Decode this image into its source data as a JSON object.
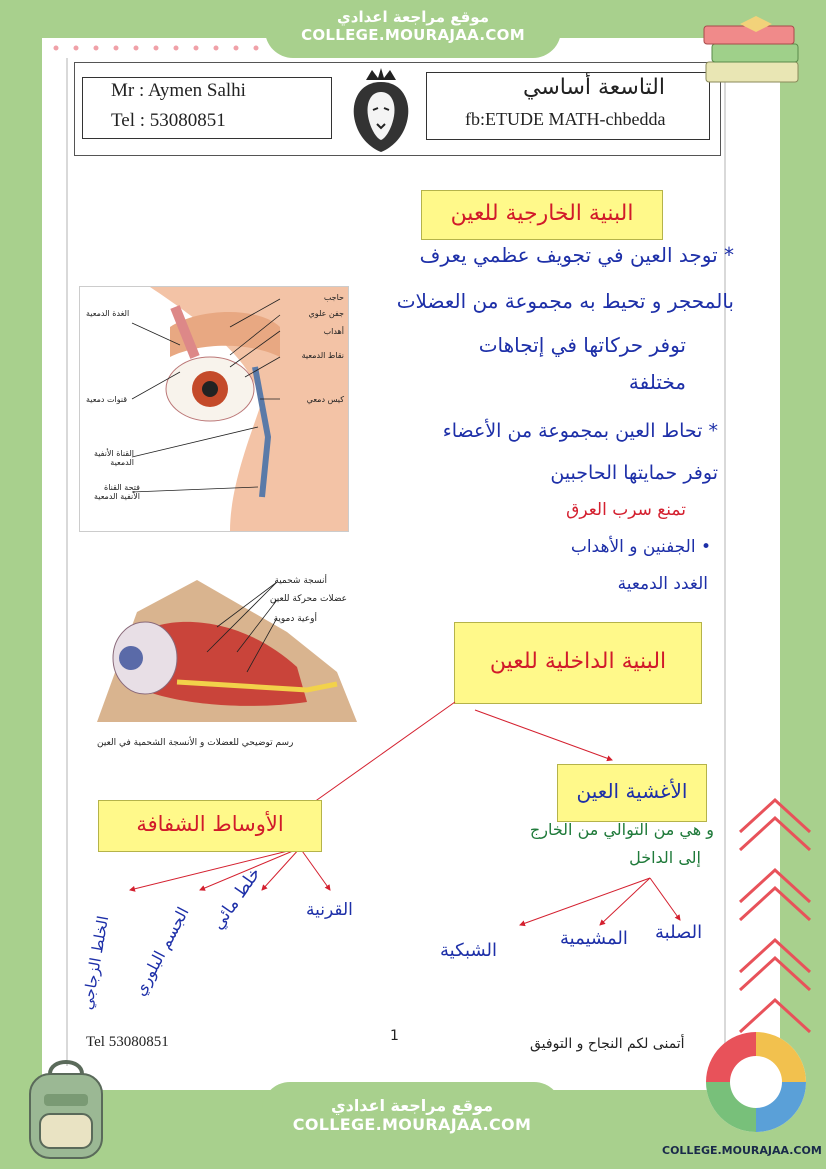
{
  "site": {
    "top_line1": "موقع مراجعة اعدادي",
    "top_line2": "COLLEGE.MOURAJAA.COM",
    "bottom_line1": "موقع مراجعة اعدادي",
    "bottom_line2": "COLLEGE.MOURAJAA.COM",
    "logo_caption": "COLLEGE.MOURAJAA.COM"
  },
  "header": {
    "teacher": "Mr : Aymen Salhi",
    "tel": "Tel : 53080851",
    "level": "التاسعة أساسي",
    "fb": "fb:ETUDE MATH-chbedda"
  },
  "section1": {
    "title": "البنية الخارجية للعين",
    "lines": [
      "* توجد العين في تجويف عظمي يعرف",
      "بالمحجر و تحيط به مجموعة من العضلات",
      "توفر حركاتها في إتجاهات",
      "مختلفة"
    ],
    "lines2": [
      "* تحاط العين بمجموعة من الأعضاء",
      "توفر حمايتها الحاجبين"
    ],
    "red_line": "تمنع سرب العرق",
    "lines3": [
      "• الجفنين و الأهداب",
      "الغدد الدمعية"
    ]
  },
  "figure1": {
    "labels_right": [
      "حاجب",
      "جفن علوي",
      "أهداب",
      "نقاط الدمعية",
      "كيس دمعي"
    ],
    "labels_left": [
      "الغدة الدمعية",
      "قنوات دمعية",
      "القناة الأنفية الدمعية",
      "فتحة القناة الأنفية الدمعية"
    ]
  },
  "figure2": {
    "labels": [
      "أنسجة شحمية",
      "عضلات محركة للعين",
      "أوعية دموية"
    ],
    "caption": "رسم توضيحي للعضلات و الأنسجة الشحمية في العين"
  },
  "section2": {
    "title": "البنية الداخلية للعين",
    "box_right": "الأغشية العين",
    "box_left": "الأوساط الشفافة",
    "green_line1": "و هي من التوالي من الخارج",
    "green_line2": "إلى الداخل",
    "membranes": [
      "الصلبة",
      "المشيمية",
      "الشبكية"
    ],
    "media": [
      "القرنية",
      "خلط مائي",
      "الجسم البلوري",
      "الخلط الزجاجي"
    ]
  },
  "footer": {
    "tel": "Tel 53080851",
    "page": "1",
    "wish": "أتمنى لكم النجاح و التوفيق"
  },
  "colors": {
    "page_green": "#a8d08d",
    "title_fill": "#fff98a",
    "title_text": "#d11a2a",
    "hand_blue": "#1d2fa8",
    "hand_red": "#d4202f",
    "hand_green": "#1f7a3a"
  }
}
